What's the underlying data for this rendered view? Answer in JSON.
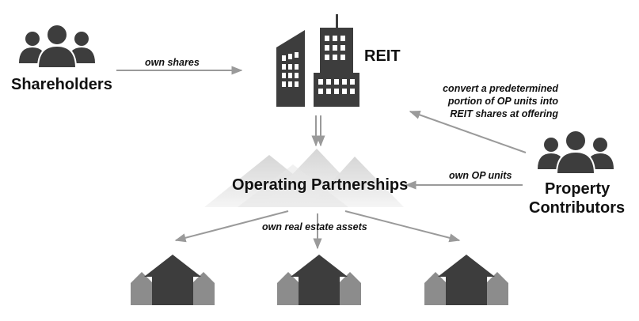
{
  "nodes": {
    "shareholders": "Shareholders",
    "reit": "REIT",
    "operating_partnerships": "Operating Partnerships",
    "property_contributors_line1": "Property",
    "property_contributors_line2": "Contributors"
  },
  "edges": {
    "own_shares": "own shares",
    "convert_line1": "convert a predetermined",
    "convert_line2": "portion of OP units into",
    "convert_line3": "REIT shares at offering",
    "own_op_units": "own OP units",
    "own_real_estate": "own real estate assets"
  },
  "colors": {
    "icon_dark": "#3d3d3d",
    "icon_light": "#8c8c8c",
    "arrow": "#9a9a9a",
    "text": "#111111"
  },
  "icons": [
    "people-icon",
    "buildings-icon",
    "houses-icon",
    "mountain-triangles-icon"
  ]
}
